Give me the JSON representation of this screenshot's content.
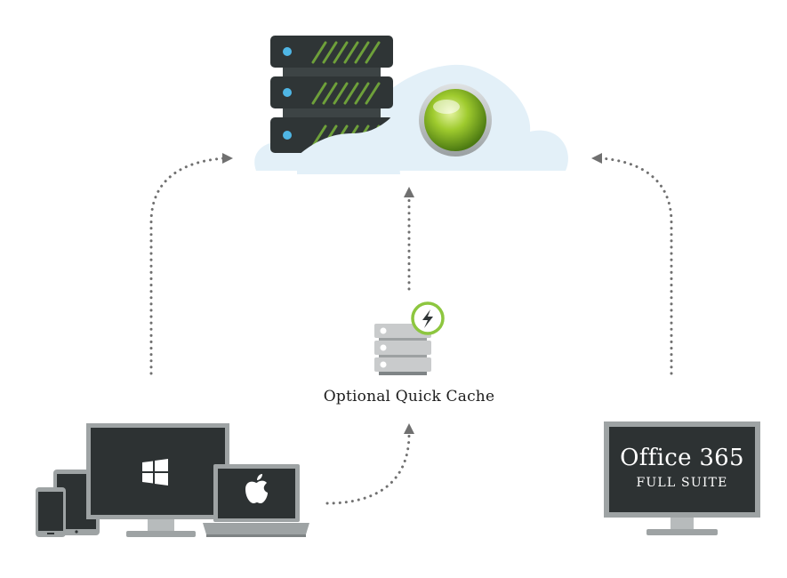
{
  "cache": {
    "label": "Optional Quick Cache",
    "icon": "lightning-icon",
    "badge_color": "#8dc63f"
  },
  "office_display": {
    "title": "Office 365",
    "subtitle": "FULL SUITE"
  },
  "colors": {
    "cloud": "#e3f0f8",
    "server_dark": "#2f3536",
    "server_stripe": "#6ea03a",
    "server_led": "#4fb6e5",
    "screen_dark": "#2d3233",
    "device_frame": "#9ea3a4",
    "cache_server": "#c9cbcc",
    "connector": "#707070"
  },
  "icons": {
    "client_left": [
      "windows-logo-icon",
      "apple-logo-icon"
    ],
    "cloud_orb": "green-orb-icon"
  }
}
